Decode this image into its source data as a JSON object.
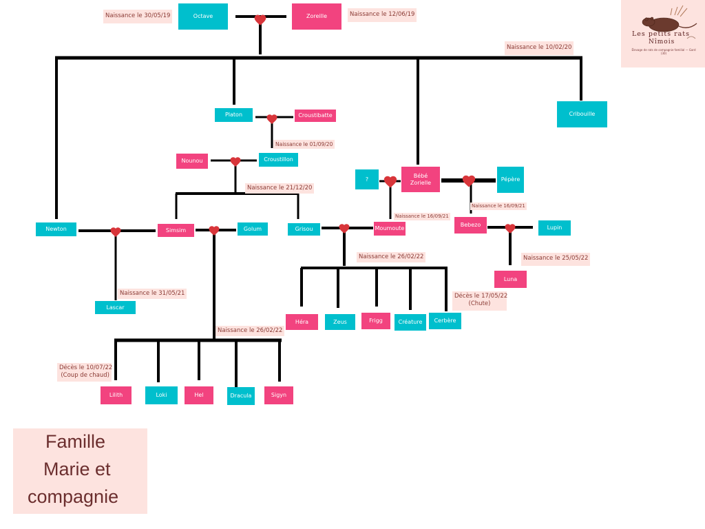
{
  "title": {
    "line1": "Famille",
    "line2": "Marie et",
    "line3": "compagnie"
  },
  "logo": {
    "line1": "Les petits rats",
    "line2": "Nîmois",
    "line3": "Élevage de rats de compagnie familial — Gard (30)"
  },
  "colors": {
    "male": "#00bfcd",
    "female": "#f2437f",
    "note_bg": "#fde3df",
    "heart": "#d8353a",
    "line": "#000000"
  },
  "rats": {
    "octave": "Octave",
    "zoreille": "Zoreille",
    "platon": "Platon",
    "croustibatte": "Croustibatte",
    "cribouille": "Cribouille",
    "nounou": "Nounou",
    "croustillon": "Croustillon",
    "unknown": "?",
    "bebe_zorielle": "Bébé Zorielle",
    "pepere": "Pépère",
    "newton": "Newton",
    "simsim": "Simsim",
    "golum": "Golum",
    "grisou": "Grisou",
    "moumoute": "Moumoute",
    "bebezo": "Bebezo",
    "lupin": "Lupin",
    "lascar": "Lascar",
    "luna": "Luna",
    "hera": "Héra",
    "zeus": "Zeus",
    "frigg": "Frigg",
    "creature": "Créature",
    "cerbere": "Cerbère",
    "lilith": "Lilith",
    "loki": "Loki",
    "hel": "Hel",
    "dracula": "Dracula",
    "sigyn": "Sigyn"
  },
  "notes": {
    "octave_birth": "Naissance le 30/05/19",
    "zoreille_birth": "Naissance le 12/06/19",
    "litter_1": "Naissance le 10/02/20",
    "litter_2": "Naissance le 01/09/20",
    "litter_3": "Naissance le 21/12/20",
    "moumoute_birth": "Naissance le 16/09/21",
    "bebezo_birth": "Naissance le 16/09/21",
    "grisou_litter": "Naissance le 26/02/22",
    "luna_birth": "Naissance le 25/05/22",
    "lascar_birth": "Naissance le 31/05/21",
    "cerbere_death_1": "Décès le 17/05/22",
    "cerbere_death_2": "(Chute)",
    "simsim_litter": "Naissance le 26/02/22",
    "lilith_death_1": "Décès le 10/07/22",
    "lilith_death_2": "(Coup de chaud)"
  }
}
